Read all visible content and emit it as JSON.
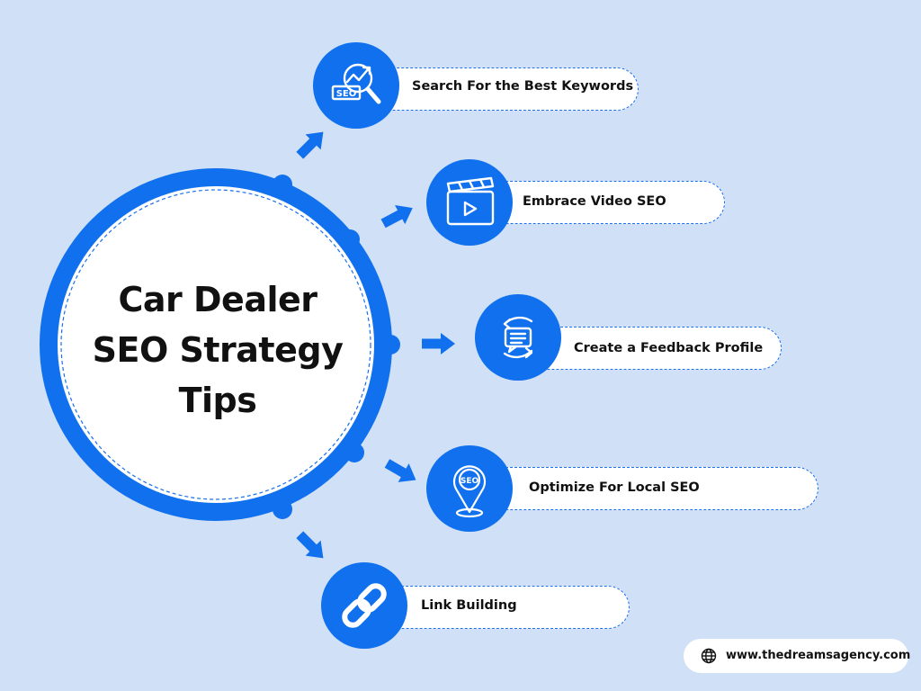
{
  "title_lines": [
    "Car Dealer",
    "SEO Strategy",
    "Tips"
  ],
  "tips": [
    {
      "label": "Search For the Best Keywords",
      "icon": "seo-search-icon"
    },
    {
      "label": "Embrace Video SEO",
      "icon": "video-clapperboard-icon"
    },
    {
      "label": "Create a Feedback Profile",
      "icon": "feedback-chat-icon"
    },
    {
      "label": "Optimize For Local SEO",
      "icon": "local-seo-pin-icon"
    },
    {
      "label": "Link Building",
      "icon": "chain-link-icon"
    }
  ],
  "footer": {
    "website": "www.thedreamsagency.com",
    "icon": "globe-icon"
  },
  "colors": {
    "background": "#cfe0f7",
    "accent": "#1070ee",
    "text": "#111111",
    "card": "#ffffff"
  }
}
